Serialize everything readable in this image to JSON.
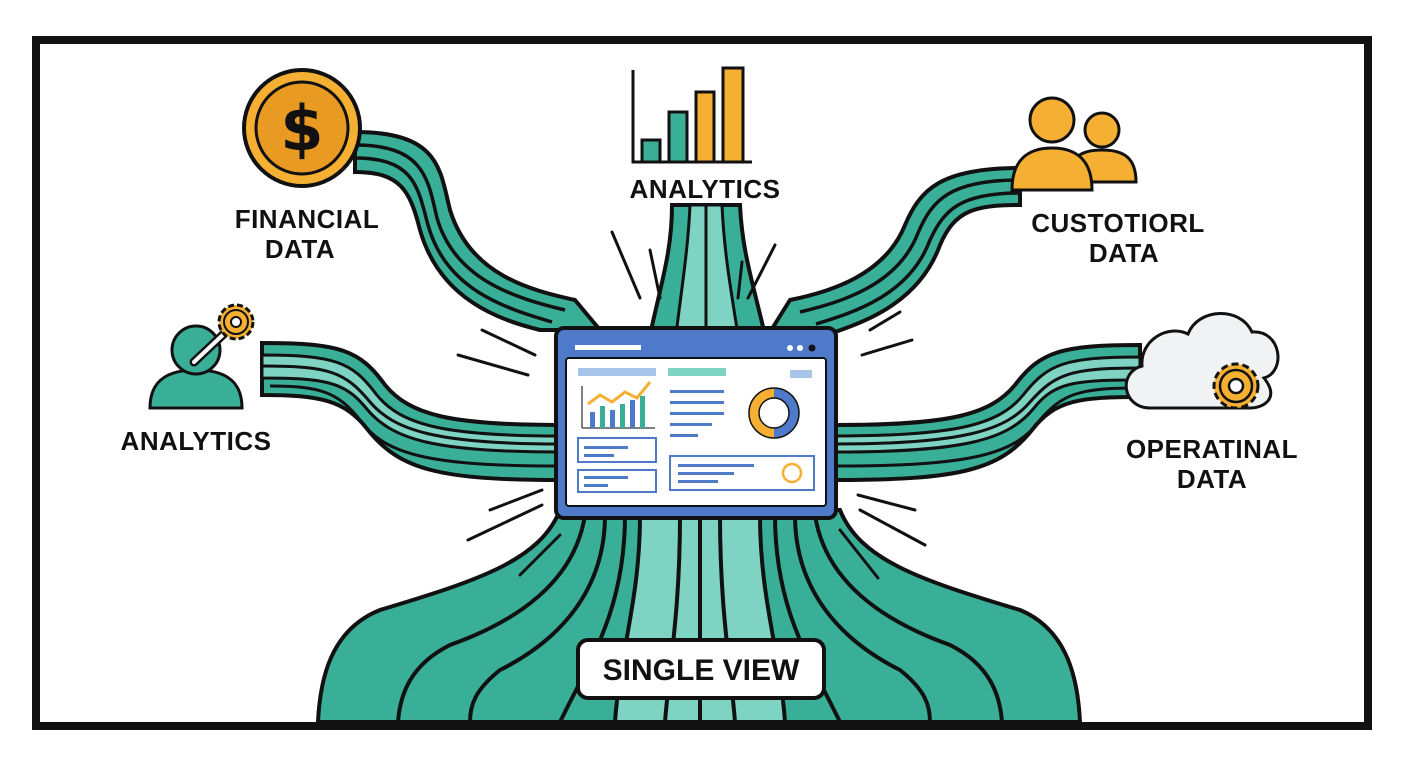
{
  "labels": {
    "financial_line1": "FINANCIAL",
    "financial_line2": "DATA",
    "analytics_top": "ANALYTICS",
    "customer_line1": "CUSTOTIORL",
    "customer_line2": "DATA",
    "analytics_left": "ANALYTICS",
    "operational_line1": "OPERATINAL",
    "operational_line2": "DATA",
    "single_view": "SINGLE VIEW"
  },
  "coin_symbol": "$",
  "colors": {
    "teal": "#3aaf98",
    "teal_light": "#7fd3c3",
    "gold": "#f5b034",
    "gold_dark": "#e99a22",
    "outline": "#111111",
    "screen_blue": "#4f79c9",
    "cloud": "#f1f2f4"
  },
  "icons": [
    "dollar-coin-icon",
    "bar-chart-icon",
    "users-icon",
    "analytics-person-gear-icon",
    "cloud-gear-icon"
  ]
}
